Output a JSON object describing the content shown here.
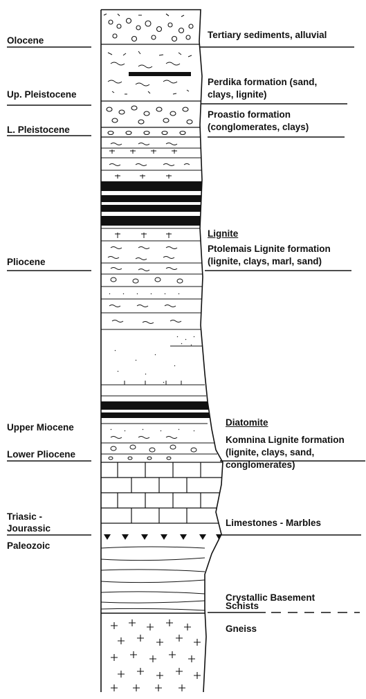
{
  "ages": {
    "olocene": "Olocene",
    "up_pleistocene": "Up. Pleistocene",
    "l_pleistocene": "L. Pleistocene",
    "pliocene": "Pliocene",
    "upper_miocene": "Upper Miocene",
    "lower_pliocene": "Lower Pliocene",
    "triasic_line1": "Triasic -",
    "triasic_line2": "Jourassic",
    "paleozoic": "Paleozoic"
  },
  "units": {
    "tertiary": "Tertiary sediments, alluvial",
    "perdika_1": "Perdika formation (sand,",
    "perdika_2": "clays, lignite)",
    "proastio_1": "Proastio formation",
    "proastio_2": "(conglomerates, clays)",
    "lignite": "Lignite",
    "ptolemais_1": "Ptolemais Lignite formation",
    "ptolemais_2": "(lignite, clays, marl, sand)",
    "diatomite": "Diatomite",
    "komnina_1": "Komnina Lignite formation",
    "komnina_2": "(lignite, clays, sand,",
    "komnina_3": "conglomerates)",
    "limestones": "Limestones - Marbles",
    "basement": "Crystallic Basement",
    "schists": "Schists",
    "gneiss": "Gneiss"
  },
  "colors": {
    "ink": "#111111",
    "background": "#ffffff"
  }
}
